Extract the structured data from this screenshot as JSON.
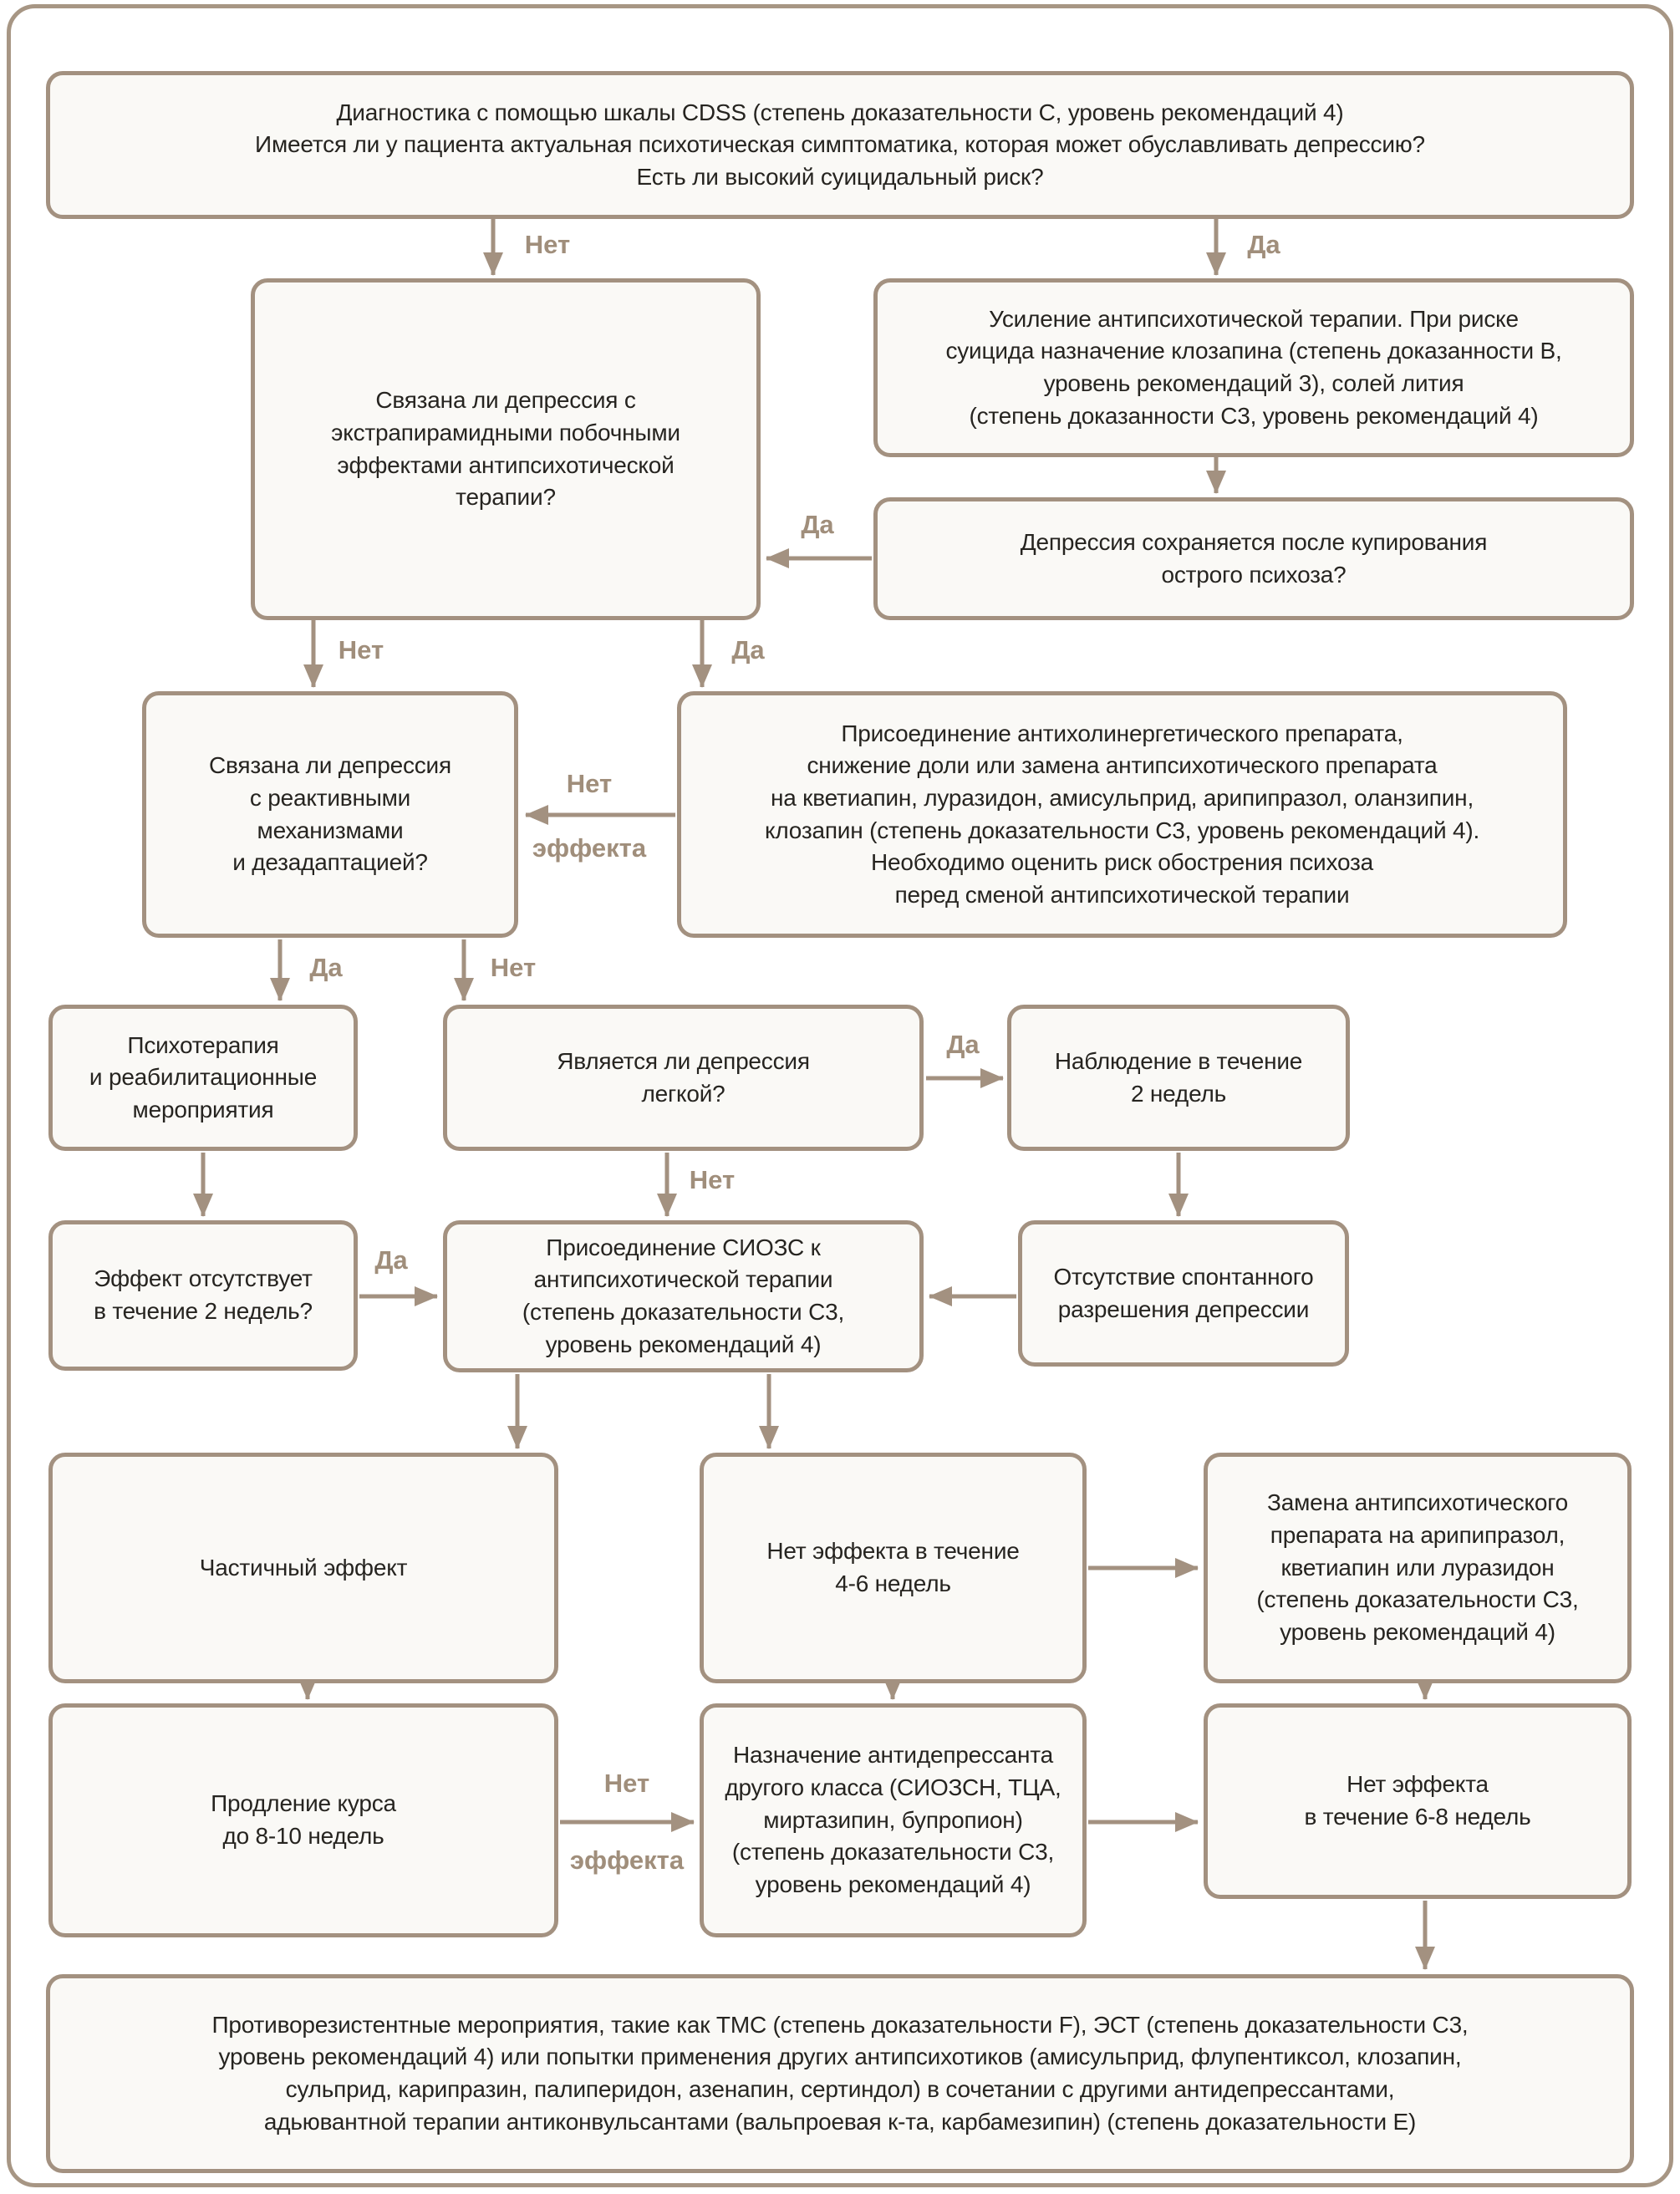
{
  "colors": {
    "line": "#a39180",
    "box_fill": "#faf9f6",
    "box_border": "#a39180",
    "text": "#262420",
    "edge_label": "#a08e7b"
  },
  "nodes": {
    "diagnosis": {
      "text": "Диагностика с помощью шкалы CDSS (степень доказательности С, уровень рекомендаций 4)\nИмеется ли у пациента актуальная психотическая симптоматика, которая может обуславливать депрессию?\nЕсть ли высокий суицидальный риск?"
    },
    "intensify": {
      "text": "Усиление антипсихотической терапии. При риске\nсуицида назначение клозапина (степень доказанности В,\nуровень рекомендаций 3), солей лития\n(степень доказанности С3, уровень рекомендаций 4)"
    },
    "persist": {
      "text": "Депрессия сохраняется после купирования\nострого психоза?"
    },
    "eps": {
      "text": "Связана ли депрессия с\nэкстрапирамидными побочными\nэффектами антипсихотической\nтерапии?"
    },
    "anticholinergic": {
      "text": "Присоединение антихолинергетического препарата,\nснижение доли или замена антипсихотического препарата\nна кветиапин, луразидон, амисульприд, арипипразол, оланзипин,\nклозапин (степень доказательности С3, уровень рекомендаций 4).\nНеобходимо оценить риск обострения психоза\nперед сменой антипсихотической терапии"
    },
    "reactive": {
      "text": "Связана ли депрессия\nс реактивными\nмеханизмами\nи дезадаптацией?"
    },
    "psychotherapy": {
      "text": "Психотерапия\nи реабилитационные\nмероприятия"
    },
    "mild": {
      "text": "Является ли депрессия\nлегкой?"
    },
    "observe": {
      "text": "Наблюдение в течение\n2 недель"
    },
    "noeffect2w": {
      "text": "Эффект отсутствует\nв течение 2 недель?"
    },
    "ssri": {
      "text": "Присоединение СИОЗС к\nантипсихотической терапии\n(степень доказательности С3,\nуровень рекомендаций 4)"
    },
    "spontaneous": {
      "text": "Отсутствие спонтанного\nразрешения депрессии"
    },
    "partial": {
      "text": "Частичный эффект"
    },
    "noeffect46": {
      "text": "Нет эффекта в течение\n4-6 недель"
    },
    "switch": {
      "text": "Замена антипсихотического\nпрепарата на арипипразол,\nкветиапин или луразидон\n(степень доказательности С3,\nуровень рекомендаций 4)"
    },
    "extend": {
      "text": "Продление курса\nдо 8-10 недель"
    },
    "otherclass": {
      "text": "Назначение антидепрессанта\nдругого класса (СИОЗСН, ТЦА,\nмиртазипин, бупропион)\n(степень доказательности С3,\nуровень рекомендаций 4)"
    },
    "noeffect68": {
      "text": "Нет эффекта\nв течение 6-8 недель"
    },
    "resistant": {
      "text": "Противорезистентные мероприятия, такие как ТМС (степень доказательности F), ЭСТ (степень доказательности С3,\nуровень рекомендаций 4) или попытки применения других антипсихотиков (амисульприд, флупентиксол, клозапин,\nсульприд, карипразин, палиперидон, азенапин, сертиндол) в сочетании с другими антидепрессантами,\nадьювантной терапии антиконвульсантами (вальпроевая к-та, карбамезипин) (степень доказательности Е)"
    }
  },
  "edge_labels": {
    "top_no": "Нет",
    "top_yes": "Да",
    "persist_yes": "Да",
    "eps_no": "Нет",
    "eps_yes": "Да",
    "anticholinergic_no_line1": "Нет",
    "anticholinergic_no_line2": "эффекта",
    "reactive_yes": "Да",
    "reactive_no": "Нет",
    "mild_yes": "Да",
    "mild_no": "Нет",
    "noeffect2w_yes": "Да",
    "extend_no_line1": "Нет",
    "extend_no_line2": "эффекта"
  }
}
